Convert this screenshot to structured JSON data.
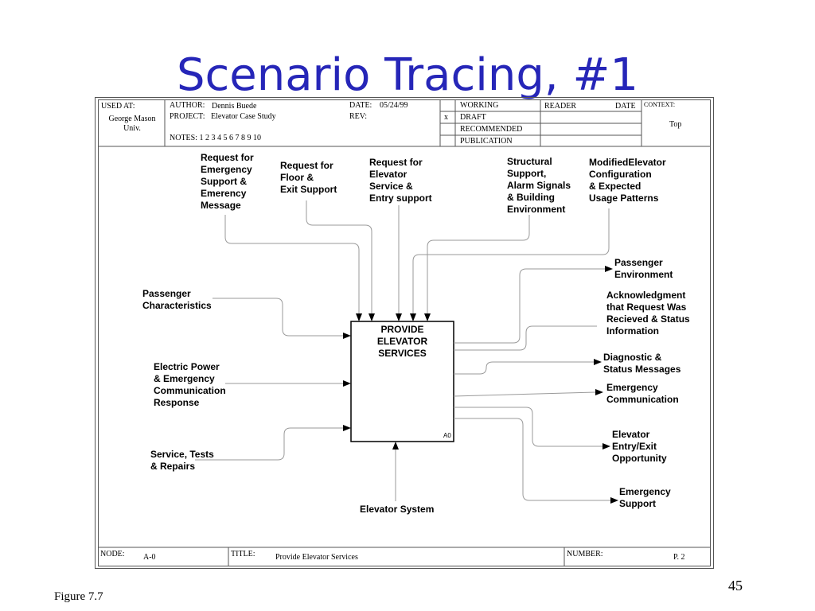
{
  "slide": {
    "title": "Scenario Tracing, #1",
    "figure_caption": "Figure 7.7",
    "page_number": "45"
  },
  "header": {
    "used_at_label": "USED AT:",
    "used_at_value": "George Mason\nUniv.",
    "author_label": "AUTHOR:",
    "author_value": "Dennis Buede",
    "project_label": "PROJECT:",
    "project_value": "Elevator Case Study",
    "date_label": "DATE:",
    "date_value": "05/24/99",
    "rev_label": "REV:",
    "notes": "NOTES:  1  2  3  4  5  6  7  8  9  10",
    "status_mark": "x",
    "working": "WORKING",
    "draft": "DRAFT",
    "recommended": "RECOMMENDED",
    "publication": "PUBLICATION",
    "reader": "READER",
    "reader_date": "DATE",
    "context_label": "CONTEXT:",
    "context_value": "Top"
  },
  "footer": {
    "node_label": "NODE:",
    "node_value": "A-0",
    "title_label": "TITLE:",
    "title_value": "Provide Elevator Services",
    "number_label": "NUMBER:",
    "number_value": "P.  2"
  },
  "diagram": {
    "function_box": {
      "label": "PROVIDE\nELEVATOR\nSERVICES",
      "node_id": "A0"
    },
    "controls": [
      "Request for\nEmergency\nSupport &\nEmerency\nMessage",
      "Request for\nFloor &\nExit Support",
      "Request for\nElevator\nService &\nEntry support",
      "Structural\nSupport,\nAlarm Signals\n& Building\nEnvironment",
      "ModifiedElevator\nConfiguration\n& Expected\nUsage Patterns"
    ],
    "inputs": [
      "Passenger\nCharacteristics",
      "Electric Power\n& Emergency\nCommunication\nResponse",
      "Service, Tests\n& Repairs"
    ],
    "outputs": [
      "Passenger\nEnvironment",
      "Acknowledgment\nthat Request Was\nRecieved & Status\nInformation",
      "Diagnostic &\nStatus Messages",
      "Emergency\nCommunication",
      "Elevator\nEntry/Exit\nOpportunity",
      "Emergency\nSupport"
    ],
    "mechanism": "Elevator System"
  }
}
